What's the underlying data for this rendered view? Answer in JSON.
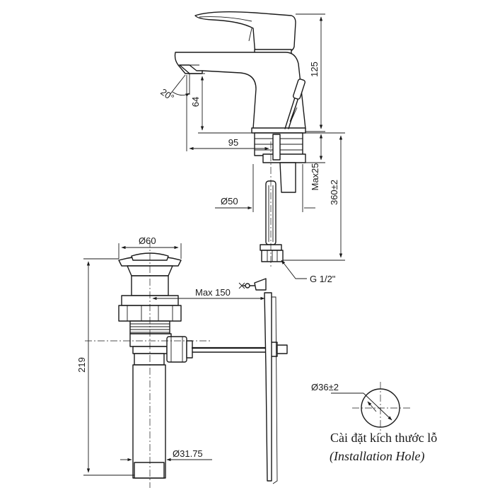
{
  "dimensions": {
    "faucet_height": "125",
    "spout_height": "64",
    "spout_angle": "20°",
    "spout_reach": "95",
    "max_deck": "Max25",
    "base_diameter": "50",
    "hose_length": "360±2",
    "thread": "G 1/2\"",
    "drain_diameter": "60",
    "rod_length": "Max 150",
    "drain_height": "219",
    "tail_diameter": "31.75",
    "hole_diameter": "36±2"
  },
  "caption": {
    "line1": "Cài đặt kích thước lỗ",
    "line2": "(Installation Hole)"
  },
  "symbols": {
    "diameter": "Ø"
  }
}
